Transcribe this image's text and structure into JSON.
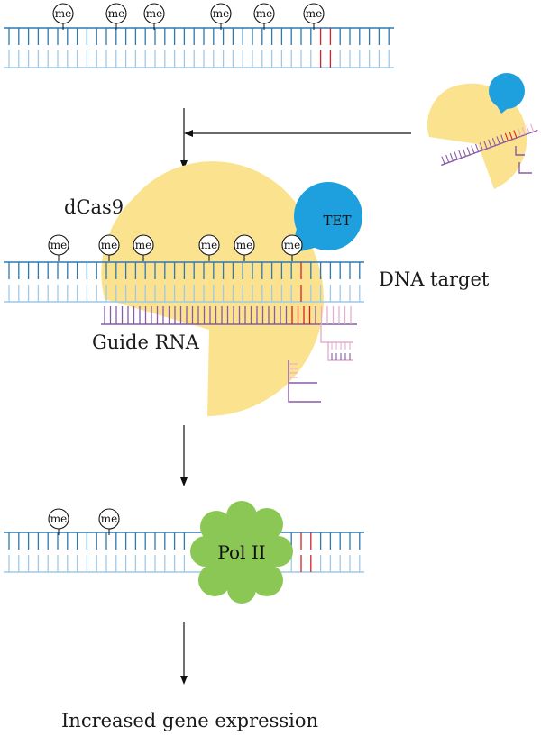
{
  "labels": {
    "dcas9": "dCas9",
    "tet": "TET",
    "dna_target": "DNA target",
    "guide_rna": "Guide RNA",
    "pol2": "Pol II",
    "outcome": "Increased gene expression",
    "methyl": "me"
  },
  "colors": {
    "dna_top": "#2f78b0",
    "dna_bottom": "#9fc9e6",
    "target_red": "#d5222a",
    "guide_purple": "#8a5aa8",
    "guide_pink": "#e6aecf",
    "dcas9_yellow": "#fbe28f",
    "tet_blue": "#1ea0de",
    "pol2_green": "#8ac755",
    "arrow": "#111111"
  },
  "panels": {
    "top": {
      "methyl_marks": 6
    },
    "middle": {
      "methyl_marks": 6
    },
    "bottom": {
      "methyl_marks": 2
    }
  }
}
